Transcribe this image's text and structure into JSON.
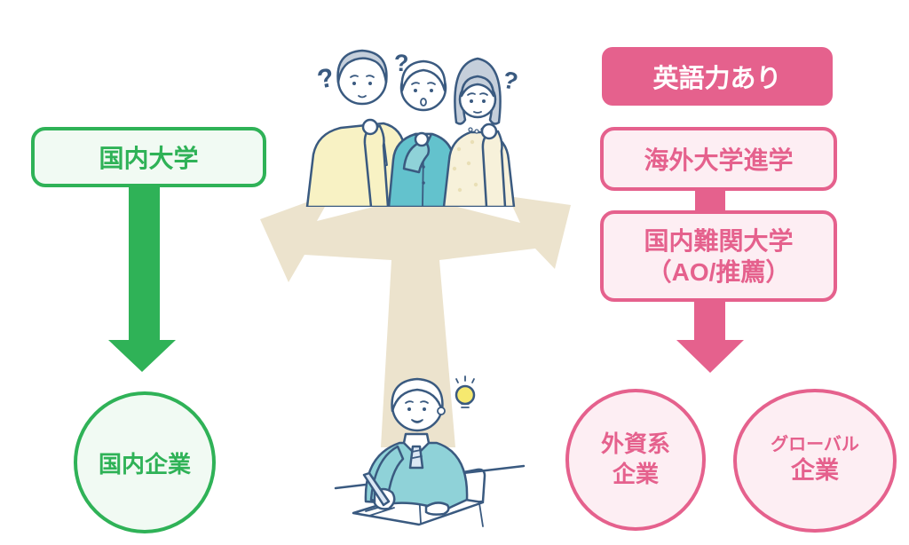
{
  "colors": {
    "green": "#2fb257",
    "green_bg": "#f1faf3",
    "pink": "#e5618d",
    "pink_bg": "#fdeef3",
    "beige": "#ece3cd",
    "navy": "#3a5a80",
    "teal": "#63c2cd",
    "teal_light": "#8fd2d8",
    "yellow": "#f8f2c4",
    "hair_gray": "#c5cfdb",
    "cream": "#f7f1da",
    "bulb_yellow": "#f6e96f",
    "tie_blue": "#dbe7f4",
    "white": "#ffffff"
  },
  "left_path": {
    "university_label": "国内大学",
    "company_label": "国内企業"
  },
  "right_path": {
    "header_label": "英語力あり",
    "option1_label": "海外大学進学",
    "option2_line1": "国内難関大学",
    "option2_line2": "（AO/推薦）",
    "company1_line1": "外資系",
    "company1_line2": "企業",
    "company2_line1": "グローバル",
    "company2_line2": "企業"
  },
  "illustrations": {
    "question_marks": [
      "?",
      "?",
      "?"
    ],
    "family_alt": "thinking family (father, student, mother)",
    "student_alt": "student studying at desk with idea lightbulb"
  }
}
